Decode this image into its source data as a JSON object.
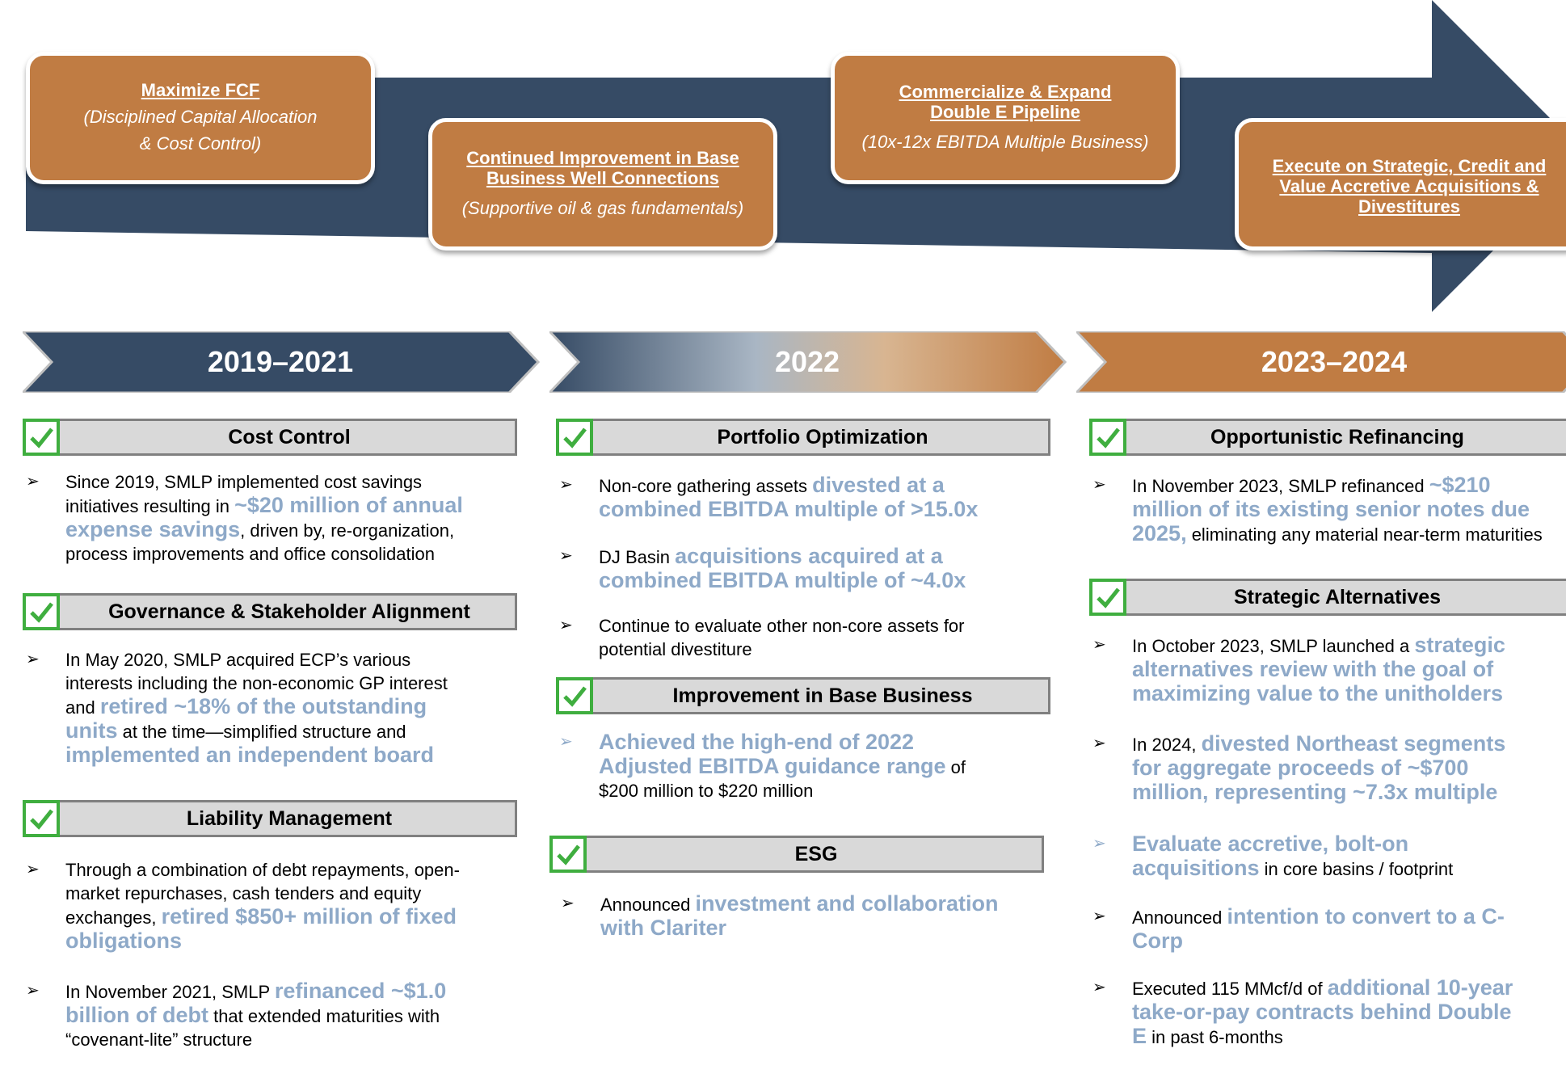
{
  "colors": {
    "navy": "#364b65",
    "copper": "#c07c43",
    "highlight": "#8ea9c8",
    "check_green": "#3fae3f",
    "header_gray": "#d9d9d9"
  },
  "goals": [
    {
      "title": "Maximize FCF",
      "subtitle": "(Disciplined Capital Allocation\n& Cost Control)"
    },
    {
      "title": "Continued Improvement in Base\nBusiness Well Connections",
      "subtitle": "(Supportive oil & gas fundamentals)"
    },
    {
      "title": "Commercialize & Expand\nDouble E Pipeline",
      "subtitle": "(10x-12x EBITDA Multiple Business)"
    },
    {
      "title": "Execute on Strategic, Credit and\nValue Accretive Acquisitions &\nDivestitures",
      "subtitle": ""
    }
  ],
  "phases": [
    "2019–2021",
    "2022",
    "2023–2024"
  ],
  "columns": [
    {
      "sections": [
        {
          "header": "Cost Control",
          "bullets": [
            {
              "parts": [
                "Since 2019, SMLP implemented cost savings\ninitiatives resulting in ",
                "~$20 million of annual\nexpense savings",
                ", driven by, re-organization,\nprocess improvements and office consolidation"
              ]
            }
          ]
        },
        {
          "header": "Governance & Stakeholder Alignment",
          "bullets": [
            {
              "parts": [
                "In May 2020, SMLP acquired ECP’s various\ninterests including the non-economic GP interest\nand ",
                "retired ~18% of the outstanding\nunits",
                " at the time—simplified structure and\n",
                "implemented an independent board"
              ]
            }
          ]
        },
        {
          "header": "Liability Management",
          "bullets": [
            {
              "parts": [
                "Through a combination of debt repayments, open-\nmarket repurchases, cash tenders and equity\nexchanges, ",
                "retired $850+ million of fixed\nobligations"
              ]
            },
            {
              "parts": [
                "In November 2021, SMLP ",
                "refinanced ~$1.0\nbillion of debt",
                " that extended maturities with\n“covenant-lite” structure"
              ]
            }
          ]
        }
      ]
    },
    {
      "sections": [
        {
          "header": "Portfolio Optimization",
          "bullets": [
            {
              "parts": [
                "Non-core gathering assets ",
                "divested at a\ncombined EBITDA multiple of >15.0x"
              ]
            },
            {
              "parts": [
                "DJ Basin ",
                "acquisitions acquired at a\ncombined EBITDA multiple of ~4.0x"
              ]
            },
            {
              "parts": [
                "Continue to evaluate other non-core assets for\npotential divestiture"
              ]
            }
          ]
        },
        {
          "header": "Improvement in Base Business",
          "bullets": [
            {
              "parts": [
                "",
                "Achieved the high-end of 2022\nAdjusted EBITDA guidance range",
                " of\n$200 million to $220 million"
              ]
            }
          ]
        },
        {
          "header": "ESG",
          "bullets": [
            {
              "parts": [
                "Announced ",
                "investment and collaboration\nwith Clariter"
              ]
            }
          ]
        }
      ]
    },
    {
      "sections": [
        {
          "header": "Opportunistic Refinancing",
          "bullets": [
            {
              "parts": [
                "In November 2023, SMLP refinanced ",
                "~$210\nmillion of its existing senior notes due\n2025,",
                " eliminating any material near-term maturities"
              ]
            }
          ]
        },
        {
          "header": "Strategic Alternatives",
          "bullets": [
            {
              "parts": [
                "In October 2023, SMLP launched a ",
                "strategic\nalternatives review with the goal of\nmaximizing value to the unitholders"
              ]
            },
            {
              "parts": [
                "In 2024, ",
                "divested Northeast segments\nfor aggregate proceeds of ~$700\nmillion, representing ~7.3x multiple"
              ]
            },
            {
              "parts": [
                "",
                "Evaluate accretive, bolt-on\nacquisitions",
                " in core basins / footprint"
              ]
            },
            {
              "parts": [
                "Announced ",
                "intention to convert to a C-\nCorp"
              ]
            },
            {
              "parts": [
                "Executed 115 MMcf/d of ",
                "additional 10-year\ntake-or-pay contracts behind Double\nE",
                " in past 6-months"
              ]
            }
          ]
        }
      ]
    }
  ]
}
